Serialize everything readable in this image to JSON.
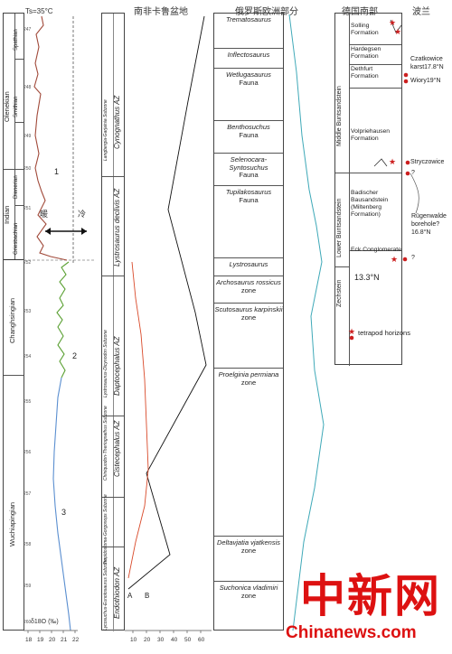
{
  "headers": {
    "south_africa": "南非卡鲁盆地",
    "russia": "俄罗斯欧洲部分",
    "germany": "德国南部",
    "poland": "波兰"
  },
  "temp_label": "Ts=35°C",
  "periods": [
    "Olenekian",
    "Indian",
    "Changhsingian",
    "Wuchiapingian"
  ],
  "sub_stages": [
    "Spathian",
    "Smithian",
    "Dienerian",
    "Griesbachian"
  ],
  "curve_numbers": [
    "1",
    "2",
    "3"
  ],
  "warm_label": "暖",
  "cold_label": "冷",
  "depth_ticks": [
    "247",
    "248",
    "249",
    "250",
    "251",
    "252",
    "253",
    "254",
    "255",
    "256",
    "257",
    "258",
    "259",
    "260"
  ],
  "o18_ticks": [
    "18",
    "19",
    "20",
    "21",
    "22"
  ],
  "o18_axis_label": "δ18O (‰)",
  "karoo": {
    "zones": [
      "Cynognathus AZ",
      "Lystrosaurus declivis AZ",
      "Daptocephalus AZ",
      "Cistecephalus AZ",
      "Endothiodon AZ"
    ],
    "sub_zones": [
      "Langbergia-Garjainia Subzone",
      "Lystrosaurus-Dicynodon Subzone",
      "Chiniquodon-Theriognathus Subzone",
      "Tropidostoma-Gorgonops Subzone",
      "Lycosuchus-Eunotosaurus Subzone"
    ],
    "x_ticks": [
      "10",
      "20",
      "30",
      "40",
      "50",
      "60"
    ],
    "line_a": "A",
    "line_b": "B"
  },
  "russian_zones": [
    {
      "name": "Trematosaurus",
      "suffix": ""
    },
    {
      "name": "Inflectosaurus",
      "suffix": ""
    },
    {
      "name": "Wetlugasaurus",
      "suffix": "Fauna"
    },
    {
      "name": "Benthosuchus",
      "suffix": "Fauna"
    },
    {
      "name": "Selenocara-Syntosuchus",
      "suffix": "Fauna"
    },
    {
      "name": "Tupilakosaurus",
      "suffix": "Fauna"
    },
    {
      "name": "Lystrosaurus",
      "suffix": ""
    },
    {
      "name": "Archosaurus rossicus",
      "suffix": "zone"
    },
    {
      "name": "Scutosaurus karpinskii",
      "suffix": "zone"
    },
    {
      "name": "Proelginia permiana",
      "suffix": "zone"
    },
    {
      "name": "Deltavjatia vjatkensis",
      "suffix": "zone"
    },
    {
      "name": "Suchonica vladimiri",
      "suffix": "zone"
    }
  ],
  "german": {
    "units": [
      "Middle Buntsandstein",
      "Lower Buntsandstein",
      "Zechstein"
    ],
    "formations": [
      "Solling Formation",
      "Hardegsen Formation",
      "Dethfurt Formation",
      "Volpriehausen Formation",
      "Badischer Bausandstein (Miltenberg Formation)",
      "Eck Conglomerate"
    ],
    "lat": "13.3°N"
  },
  "polish": [
    "Czatkowice karst17.8°N",
    "Wiory19°N",
    "Stryczowice",
    "?",
    "Rügenwalde borehole? 16.8°N",
    "?"
  ],
  "legend": "tetrapod horizons",
  "watermark": {
    "cn": "中新网",
    "en": "Chinanews.com"
  },
  "colors": {
    "temperature": "#a14a3a",
    "green": "#5aa032",
    "blue": "#5b8fd0",
    "russia_line": "#3fa9b8",
    "star": "#cc1f1f"
  }
}
